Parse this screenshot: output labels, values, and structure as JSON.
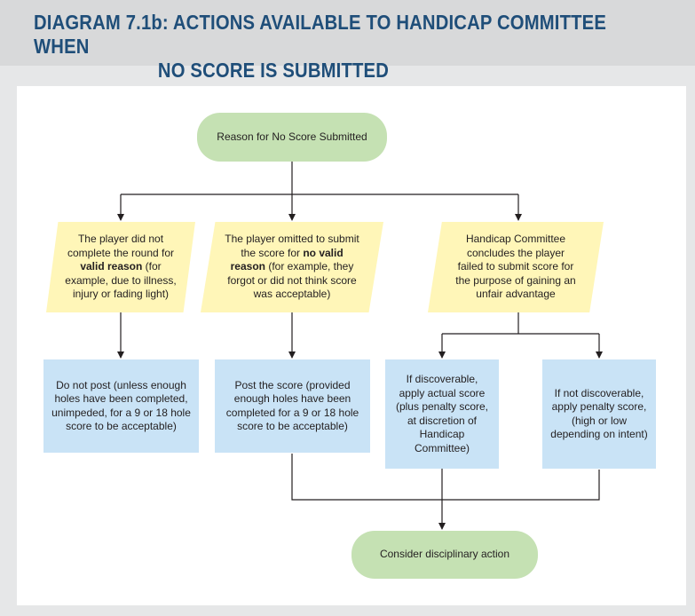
{
  "title": {
    "line1": "DIAGRAM 7.1b: ACTIONS AVAILABLE TO HANDICAP COMMITTEE WHEN",
    "line2": "NO SCORE IS SUBMITTED"
  },
  "nodes": {
    "start": "Reason for No Score Submitted",
    "valid_reason": {
      "pre": "The player did not complete the round for ",
      "bold": "valid reason",
      "post": " (for example, due to illness, injury or fading light)"
    },
    "no_valid_reason": {
      "pre": "The player omitted to submit the score for ",
      "bold": "no valid reason",
      "post": " (for example, they forgot or did not think score was acceptable)"
    },
    "unfair_advantage": "Handicap Committee concludes the player failed to submit score for the purpose of gaining an unfair advantage",
    "do_not_post": "Do not post (unless enough holes have been completed, unimpeded, for a 9 or 18 hole score to be acceptable)",
    "post_score": "Post the score (provided enough holes have been completed for a 9 or 18 hole score to be acceptable)",
    "discoverable": "If discoverable, apply actual score (plus penalty score, at discretion of Handicap Committee)",
    "not_discoverable": "If not discoverable, apply penalty score, (high or low depending on intent)",
    "disciplinary": "Consider disciplinary action"
  },
  "colors": {
    "title": "#1f4e79",
    "terminal": "#c5e1b3",
    "decision": "#fff6b8",
    "action": "#c9e3f6",
    "line": "#231f20"
  }
}
